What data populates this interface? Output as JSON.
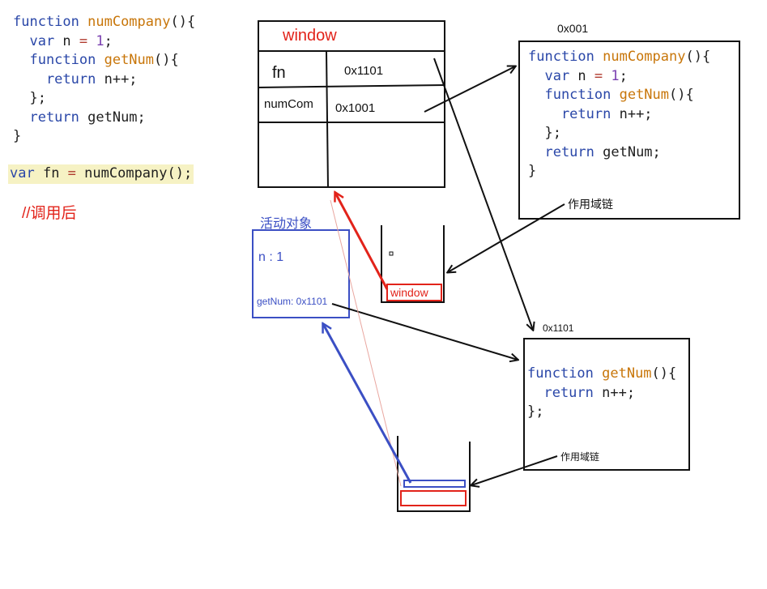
{
  "source_code": {
    "lines": [
      [
        {
          "t": "function ",
          "c": "kw"
        },
        {
          "t": "numCompany",
          "c": "fn"
        },
        {
          "t": "(){",
          "c": ""
        }
      ],
      [
        {
          "t": "  var ",
          "c": "kw"
        },
        {
          "t": "n ",
          "c": ""
        },
        {
          "t": "= ",
          "c": "op"
        },
        {
          "t": "1",
          "c": "num"
        },
        {
          "t": ";",
          "c": ""
        }
      ],
      [
        {
          "t": "  function ",
          "c": "kw"
        },
        {
          "t": "getNum",
          "c": "fn"
        },
        {
          "t": "(){",
          "c": ""
        }
      ],
      [
        {
          "t": "    return ",
          "c": "kw"
        },
        {
          "t": "n++;",
          "c": ""
        }
      ],
      [
        {
          "t": "  };",
          "c": ""
        }
      ],
      [
        {
          "t": "  return ",
          "c": "kw"
        },
        {
          "t": "getNum;",
          "c": ""
        }
      ],
      [
        {
          "t": "}",
          "c": ""
        }
      ]
    ],
    "call_line": [
      {
        "t": "var ",
        "c": "kw"
      },
      {
        "t": "fn ",
        "c": ""
      },
      {
        "t": "= ",
        "c": "op"
      },
      {
        "t": "numCompany();",
        "c": ""
      }
    ],
    "comment": "//调用后"
  },
  "window_box": {
    "title": "window",
    "rows": [
      {
        "name": "fn",
        "value": "0x1101"
      },
      {
        "name": "numCom",
        "value": "0x1001"
      }
    ]
  },
  "heap_numcompany": {
    "address": "0x001",
    "code_lines": [
      [
        {
          "t": "function ",
          "c": "kw"
        },
        {
          "t": "numCompany",
          "c": "fn"
        },
        {
          "t": "(){",
          "c": ""
        }
      ],
      [
        {
          "t": "  var ",
          "c": "kw"
        },
        {
          "t": "n ",
          "c": ""
        },
        {
          "t": "= ",
          "c": "op"
        },
        {
          "t": "1",
          "c": "num"
        },
        {
          "t": ";",
          "c": ""
        }
      ],
      [
        {
          "t": "  function ",
          "c": "kw"
        },
        {
          "t": "getNum",
          "c": "fn"
        },
        {
          "t": "(){",
          "c": ""
        }
      ],
      [
        {
          "t": "    return ",
          "c": "kw"
        },
        {
          "t": "n++;",
          "c": ""
        }
      ],
      [
        {
          "t": "  };",
          "c": ""
        }
      ],
      [
        {
          "t": "  return ",
          "c": "kw"
        },
        {
          "t": "getNum;",
          "c": ""
        }
      ],
      [
        {
          "t": "}",
          "c": ""
        }
      ]
    ],
    "scope_label": "作用域链"
  },
  "activation_object": {
    "title": "活动对象",
    "n_entry": "n : 1",
    "getnum_entry": "getNum: 0x1101"
  },
  "stack_top": {
    "label": "window"
  },
  "heap_getnum": {
    "address": "0x1101",
    "code_lines": [
      [
        {
          "t": "function ",
          "c": "kw"
        },
        {
          "t": "getNum",
          "c": "fn"
        },
        {
          "t": "(){",
          "c": ""
        }
      ],
      [
        {
          "t": "  return ",
          "c": "kw"
        },
        {
          "t": "n++;",
          "c": ""
        }
      ],
      [
        {
          "t": "};",
          "c": ""
        }
      ]
    ],
    "scope_label": "作用域链"
  },
  "colors": {
    "red": "#e2231a",
    "blue": "#3b4fc4",
    "black": "#111111",
    "highlight": "#f6f2c4"
  }
}
